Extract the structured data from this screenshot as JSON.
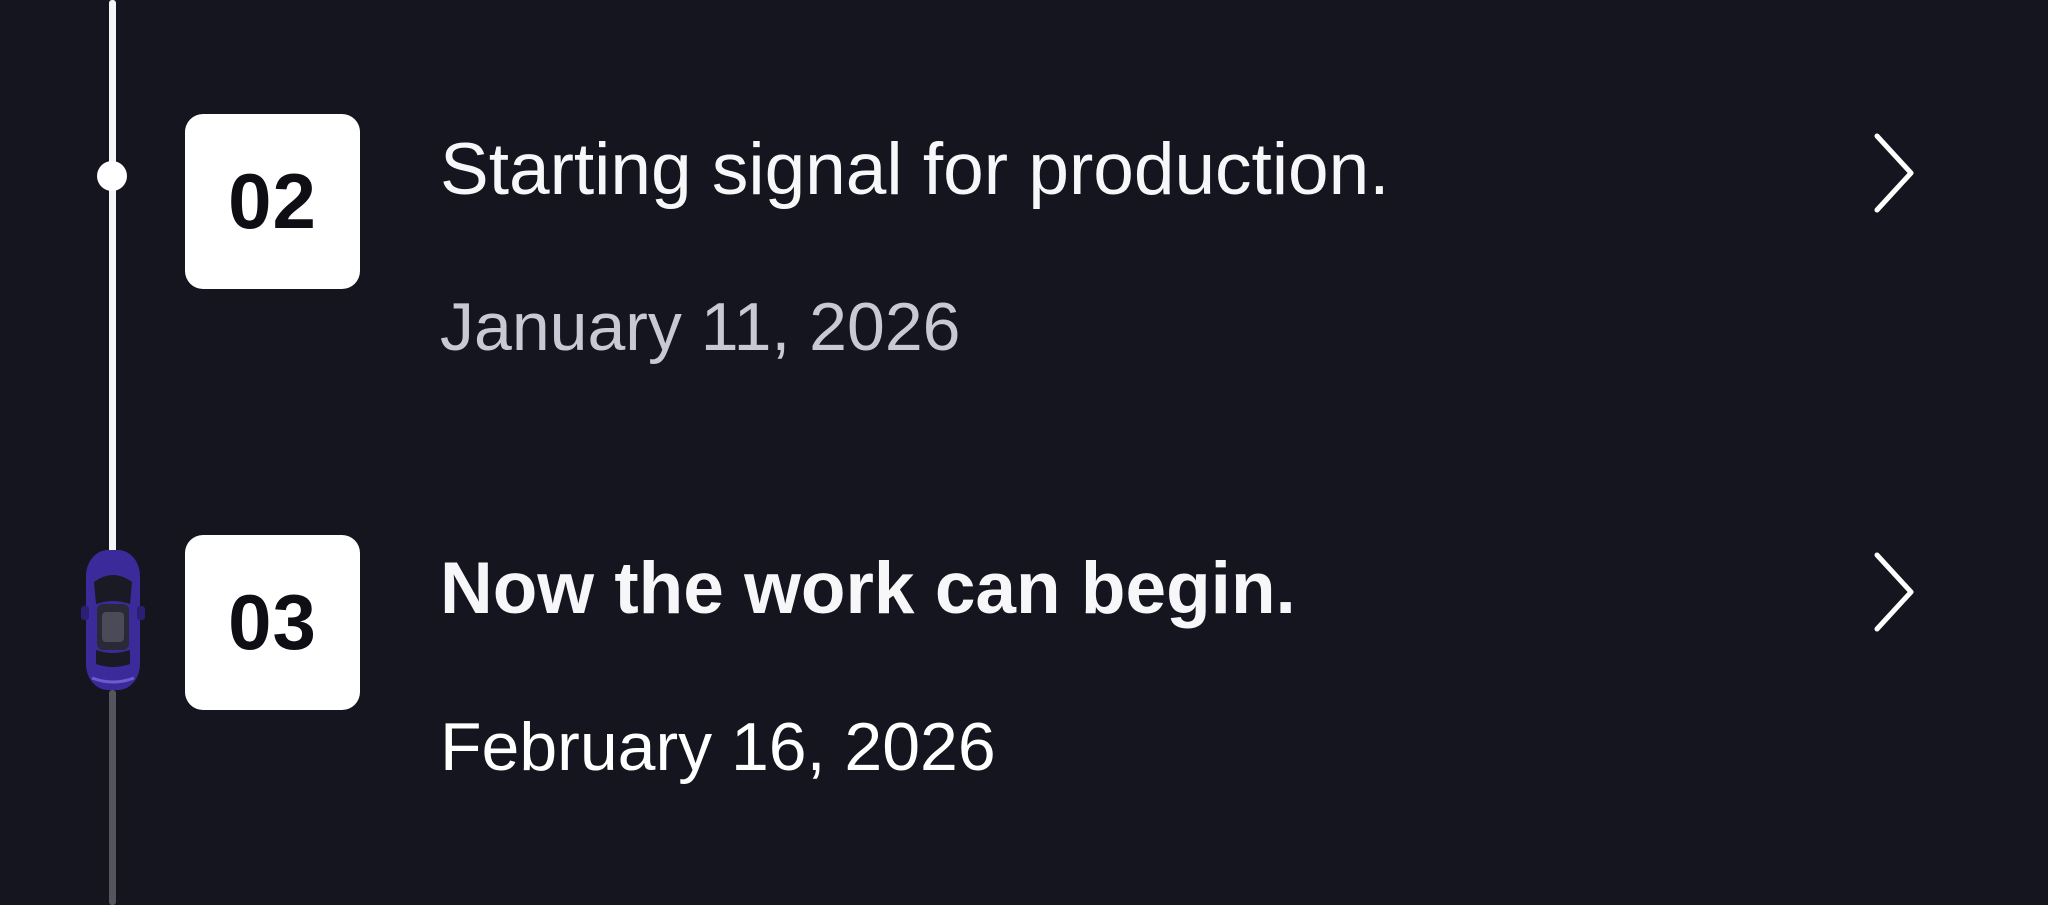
{
  "timeline": {
    "steps": [
      {
        "number": "02",
        "title": "Starting signal for production.",
        "date": "January 11, 2026",
        "status": "completed"
      },
      {
        "number": "03",
        "title": "Now the work can begin.",
        "date": "February 16, 2026",
        "status": "current"
      }
    ],
    "colors": {
      "background": "#15151f",
      "track_completed": "#f5f5f7",
      "track_pending": "#55555e",
      "badge": "#ffffff",
      "car_body": "#3b2a9a",
      "date_completed": "#c9c9d6",
      "date_current": "#ffffff"
    },
    "icons": {
      "marker_completed": "dot-icon",
      "marker_current": "car-icon",
      "row_action": "chevron-right-icon"
    }
  }
}
